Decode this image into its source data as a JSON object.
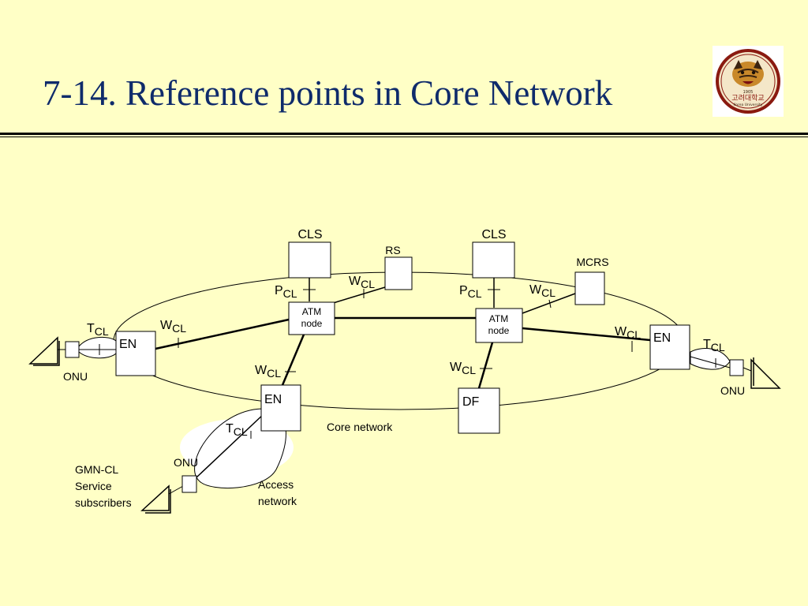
{
  "slide": {
    "title": "7-14. Reference points in Core Network",
    "logo_text": "고려대학교",
    "logo_subtext": "Korea University",
    "logo_year": "1905"
  },
  "diagram": {
    "cls_left": "CLS",
    "cls_right": "CLS",
    "rs": "RS",
    "mcrs": "MCRS",
    "atm_left": [
      "ATM",
      "node"
    ],
    "atm_right": [
      "ATM",
      "node"
    ],
    "en_left": "EN",
    "en_right": "EN",
    "en_bottom": "EN",
    "df": "DF",
    "onu_left": "ONU",
    "onu_right": "ONU",
    "onu_bottom": "ONU",
    "core_network": "Core network",
    "access_network": [
      "Access",
      "network"
    ],
    "subscribers": [
      "GMN-CL",
      "Service",
      "subscribers"
    ],
    "ref_points": {
      "T": "T",
      "W": "W",
      "P": "P",
      "sub": "CL"
    }
  }
}
